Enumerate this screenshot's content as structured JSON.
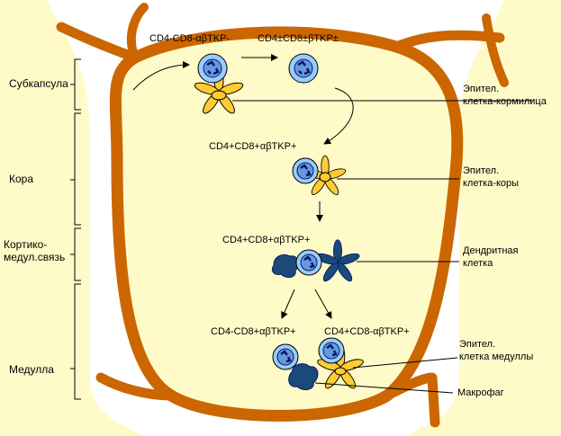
{
  "zones": [
    {
      "id": "subcapsula",
      "label": "Субкапсула"
    },
    {
      "id": "cortex",
      "label": "Кора"
    },
    {
      "id": "cmj",
      "label": "Кортико-\nмедул.связь"
    },
    {
      "id": "medulla",
      "label": "Медулла"
    }
  ],
  "phenotypes": {
    "dn": "CD4-CD8-αβTKP-",
    "dpl": "CD4±CD8±βTKP±",
    "dp1": "CD4+CD8+αβTKP+",
    "dp2": "CD4+CD8+αβTKP+",
    "sp8": "CD4-CD8+αβTKP+",
    "sp4": "CD4+CD8-αβTKP+"
  },
  "cell_labels": {
    "nurse": "Эпител.\nклетка-кормилица",
    "cortical": "Эпител.\nклетка-коры",
    "dendritic": "Дендритная\nклетка",
    "medullary": "Эпител.\nклетка медуллы",
    "macrophage": "Макрофаг"
  },
  "colors": {
    "capsule": "#cc6600",
    "lobule": "#fffbc8",
    "epithelial": "#ffcc33",
    "thymocyte": "#99ccff",
    "nucleus": "#0a1a66",
    "dendritic": "#1a4a7a"
  }
}
